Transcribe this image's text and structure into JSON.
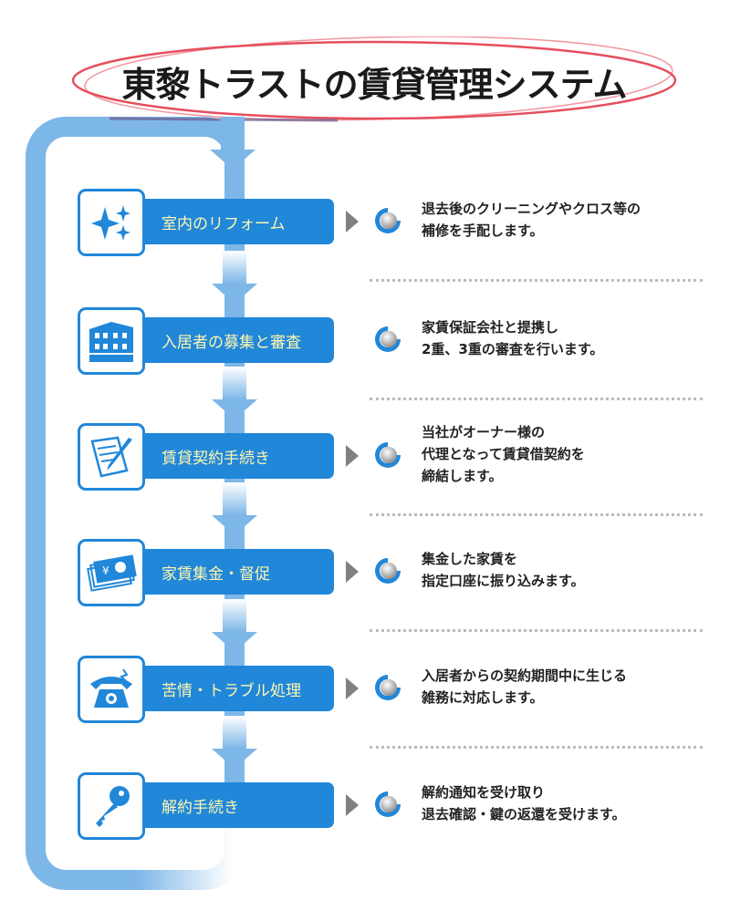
{
  "title": "東黎トラストの賃貸管理システム",
  "colors": {
    "accent": "#2187d9",
    "loop": "#7db7e8",
    "label_text": "#fdf6b0",
    "ring": "#e03040"
  },
  "steps": [
    {
      "label": "室内のリフォーム",
      "icon": "sparkle-icon",
      "has_arrow": true,
      "desc": [
        "退去後のクリーニングやクロス等の",
        "補修を手配します。"
      ]
    },
    {
      "label": "入居者の募集と審査",
      "icon": "building-icon",
      "has_arrow": false,
      "desc": [
        "家賃保証会社と提携し",
        "2重、3重の審査を行います。"
      ]
    },
    {
      "label": "賃貸契約手続き",
      "icon": "contract-pen-icon",
      "has_arrow": true,
      "desc": [
        "当社がオーナー様の",
        "代理となって賃貸借契約を",
        "締結します。"
      ]
    },
    {
      "label": "家賃集金・督促",
      "icon": "money-icon",
      "has_arrow": true,
      "desc": [
        "集金した家賃を",
        "指定口座に振り込みます。"
      ]
    },
    {
      "label": "苦情・トラブル処理",
      "icon": "phone-icon",
      "has_arrow": true,
      "desc": [
        "入居者からの契約期間中に生じる",
        "雑務に対応します。"
      ]
    },
    {
      "label": "解約手続き",
      "icon": "key-icon",
      "has_arrow": true,
      "desc": [
        "解約通知を受け取り",
        "退去確認・鍵の返還を受けます。"
      ]
    }
  ]
}
